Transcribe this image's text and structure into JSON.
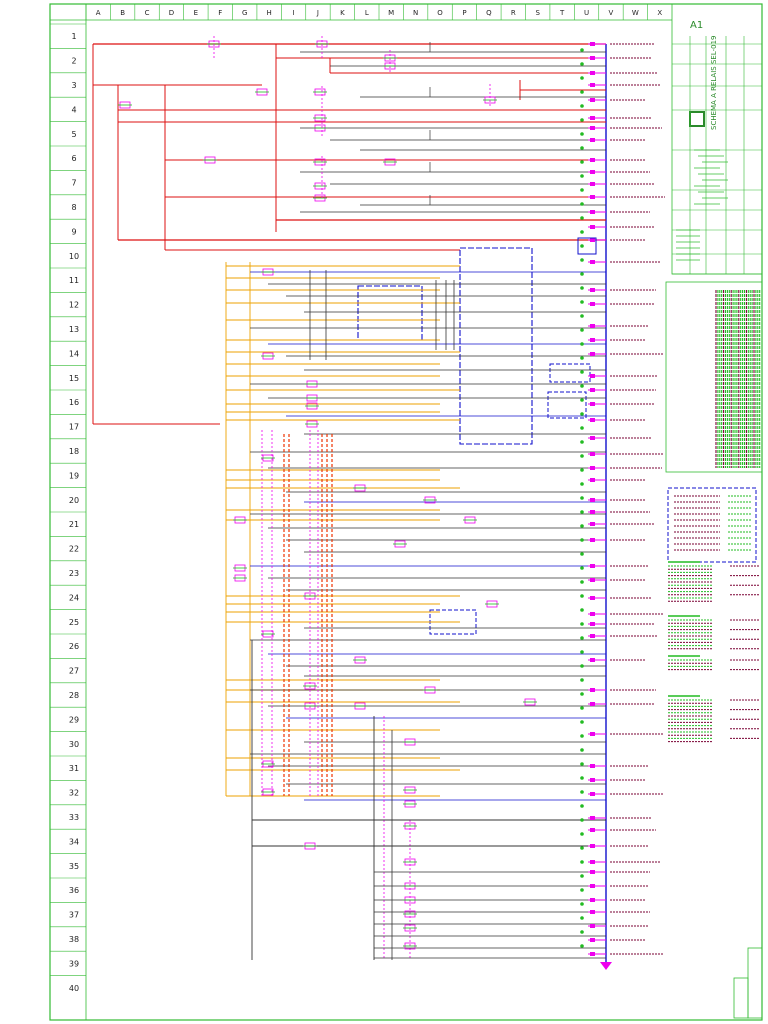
{
  "sheet": {
    "format": "A1",
    "title": "SCHEMA A RELAIS SEL-019"
  },
  "columns": [
    "A",
    "B",
    "C",
    "D",
    "E",
    "F",
    "G",
    "H",
    "I",
    "J",
    "K",
    "L",
    "M",
    "N",
    "O",
    "P",
    "Q",
    "R",
    "S",
    "T",
    "U",
    "V",
    "W",
    "X"
  ],
  "rows": [
    "1",
    "2",
    "3",
    "4",
    "5",
    "6",
    "7",
    "8",
    "9",
    "10",
    "11",
    "12",
    "13",
    "14",
    "15",
    "16",
    "17",
    "18",
    "19",
    "20",
    "21",
    "22",
    "23",
    "24",
    "25",
    "26",
    "27",
    "28",
    "29",
    "30",
    "31",
    "32",
    "33",
    "34",
    "35",
    "36",
    "37",
    "38",
    "39",
    "40"
  ],
  "colors": {
    "frame": "#33bb33",
    "bus_blue": "#1111cc",
    "power_red": "#dd1111",
    "signal_orange": "#eea200",
    "cross_magenta": "#ee00ee",
    "relay_dark": "#333333",
    "contact_green": "#22bb22",
    "dashed_hatch": "#ee3300",
    "label_maroon": "#7a0033"
  }
}
